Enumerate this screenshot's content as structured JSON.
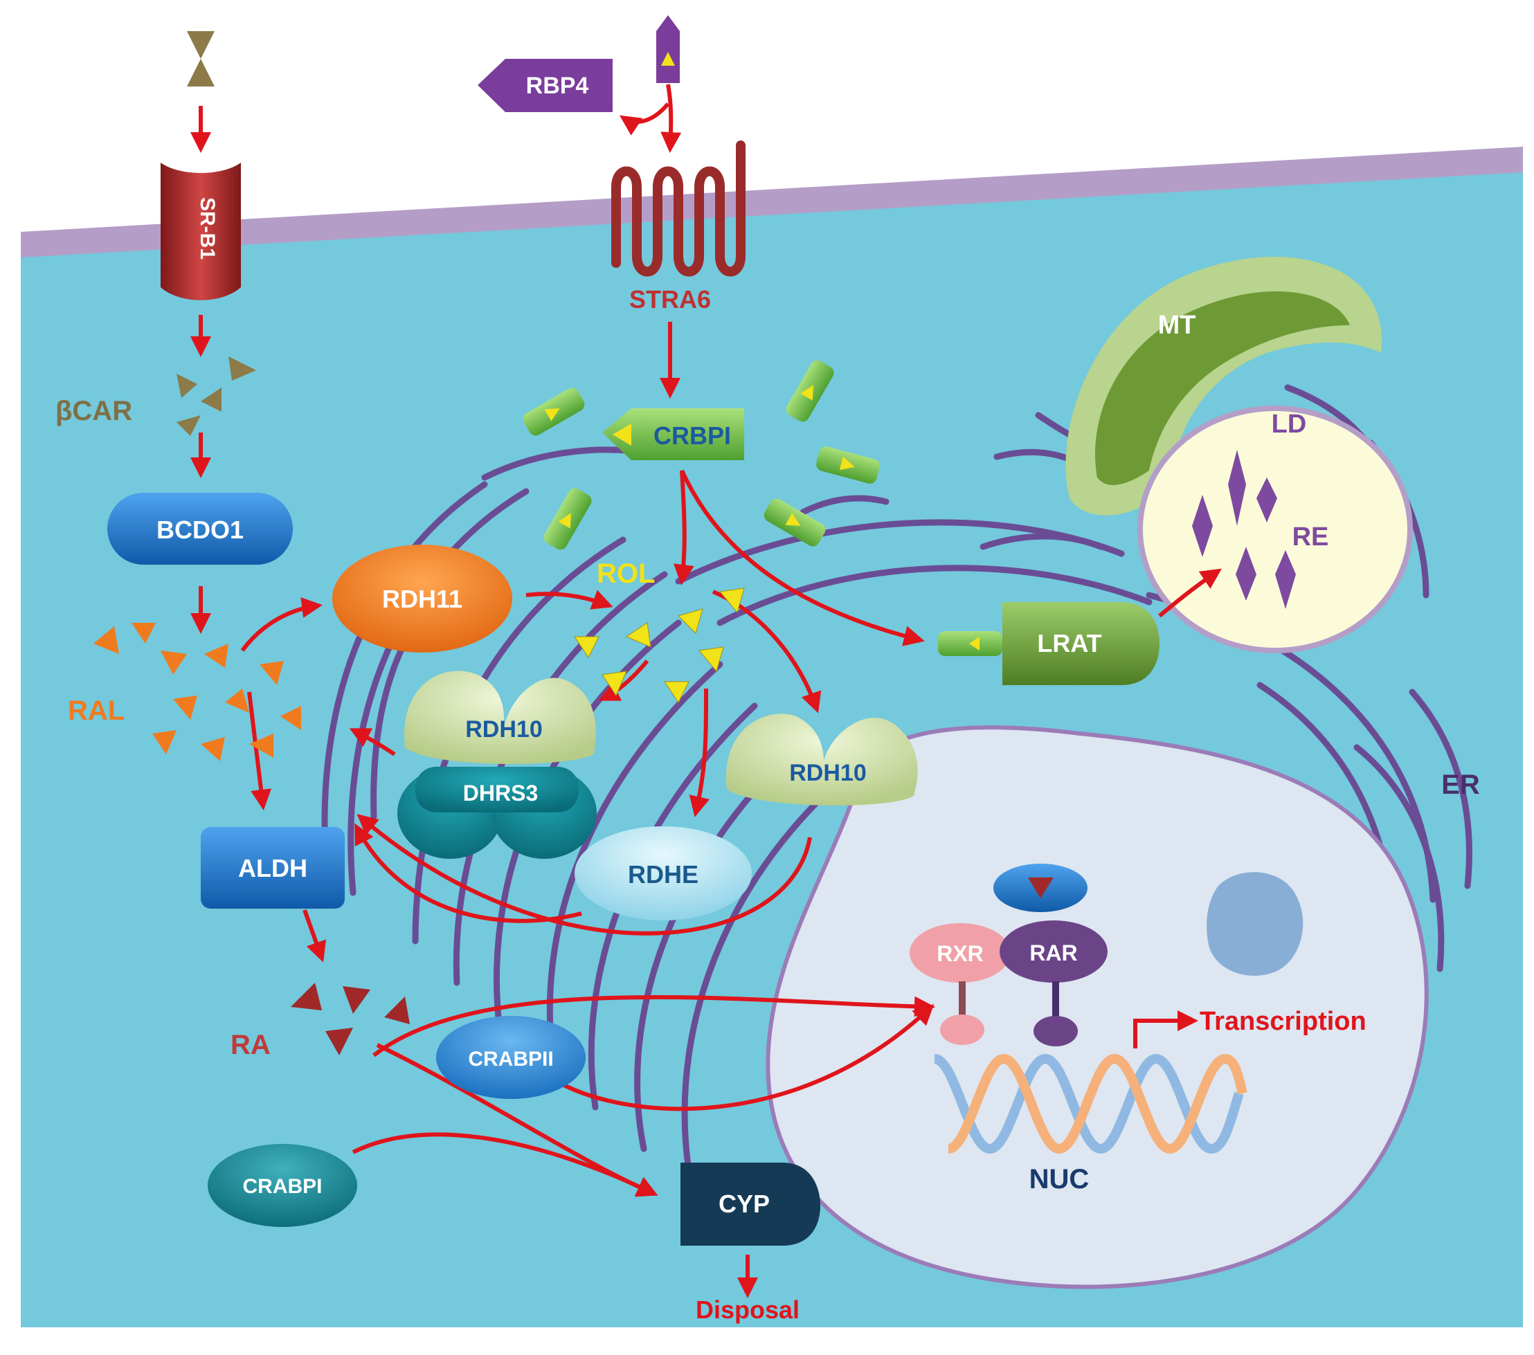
{
  "labels": {
    "srb1": "SR-B1",
    "bcar": "βCAR",
    "bcdo1": "BCDO1",
    "ral": "RAL",
    "aldh": "ALDH",
    "ra": "RA",
    "crabp1": "CRABPI",
    "crabp2": "CRABPII",
    "cyp": "CYP",
    "disposal": "Disposal",
    "rbp4": "RBP4",
    "stra6": "STRA6",
    "crbp1": "CRBPI",
    "rol": "ROL",
    "rdh11": "RDH11",
    "rdh10_a": "RDH10",
    "dhrs3": "DHRS3",
    "rdh10_b": "RDH10",
    "rdhe": "RDHE",
    "lrat": "LRAT",
    "mt": "MT",
    "ld": "LD",
    "re": "RE",
    "er": "ER",
    "nuc": "NUC",
    "rxr": "RXR",
    "rar": "RAR",
    "transcription": "Transcription"
  },
  "colors": {
    "cytoplasm": "#74c9dc",
    "membrane": "#b49ec8",
    "arrow": "#e0141b",
    "er_lines": "#6a3f8e",
    "nucleus": "#dde6f1",
    "mito_outer": "#b8d48e",
    "mito_inner": "#6e9a36",
    "lipid_droplet": "#fcfbd9",
    "rdh11": "#f37a1c",
    "rdh10": "#d6e5b1",
    "dhrs3": "#0d8796",
    "rdhe": "#b8e7f4",
    "bcdo1": "#1b70c2",
    "aldh": "#1a5a8c",
    "cyp": "#143a56",
    "lrat": "#6a9a34",
    "srb1": "#b03030",
    "stra6": "#9a2b2b",
    "rbp4": "#7a3d9c",
    "crbp1": "#6dbf44",
    "crabp1": "#168a97",
    "crabp2": "#2f8fd7",
    "ral_triangles": "#ef7b1e",
    "ra_triangles": "#a02828",
    "rol_triangles": "#f2e21a",
    "re_crystals": "#7e4aa0",
    "bcar_triangles": "#8c7a48",
    "rxr": "#f0a0a6",
    "rar": "#6b4488",
    "dna_strand_a": "#f6b07a",
    "dna_strand_b": "#8fb9e2"
  }
}
